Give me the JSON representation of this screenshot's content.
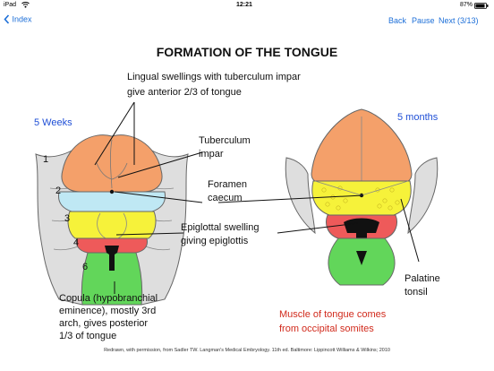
{
  "status_bar": {
    "device": "iPad",
    "time": "12:21",
    "battery": "87%",
    "icons": [
      "wifi-icon",
      "battery-icon"
    ]
  },
  "nav": {
    "back_label": "Index",
    "back_button": "Back",
    "pause_button": "Pause",
    "next_button": "Next (3/13)"
  },
  "figure": {
    "title": "FORMATION OF THE TONGUE",
    "left_stage": "5 Weeks",
    "right_stage": "5 months",
    "arch_numbers": [
      "1",
      "2",
      "3",
      "4",
      "6"
    ],
    "labels": {
      "lingual_line1": "Lingual swellings with tuberculum impar",
      "lingual_line2": "give anterior 2/3 of tongue",
      "tuberculum_line1": "Tuberculum",
      "tuberculum_line2": "impar",
      "foramen_line1": "Foramen",
      "foramen_line2": "caecum",
      "epiglottal_line1": "Epiglottal swelling",
      "epiglottal_line2": "giving epiglottis",
      "copula_line1": "Copula (hypobranchial",
      "copula_line2": "eminence), mostly 3rd",
      "copula_line3": "arch, gives posterior",
      "copula_line4": "1/3 of tongue",
      "palatine_line1": "Palatine",
      "palatine_line2": "tonsil",
      "muscle_line1": "Muscle of tongue comes",
      "muscle_line2": "from occipital somites"
    },
    "credit": "Redrawn, with permission, from Sadler TW. Langman's Medical Embryology. 11th ed. Baltimore: Lippincott Williams & Wilkins; 2010"
  },
  "colors": {
    "accent": "#1d6fd8",
    "orange": "#f4a06a",
    "blue_region": "#bfe8f4",
    "yellow": "#f6f23a",
    "red_region": "#ee5a5a",
    "green": "#62d65a",
    "gray": "#d9d9d9",
    "red_text": "#d12a1c",
    "blue_text": "#1f4fd6"
  }
}
